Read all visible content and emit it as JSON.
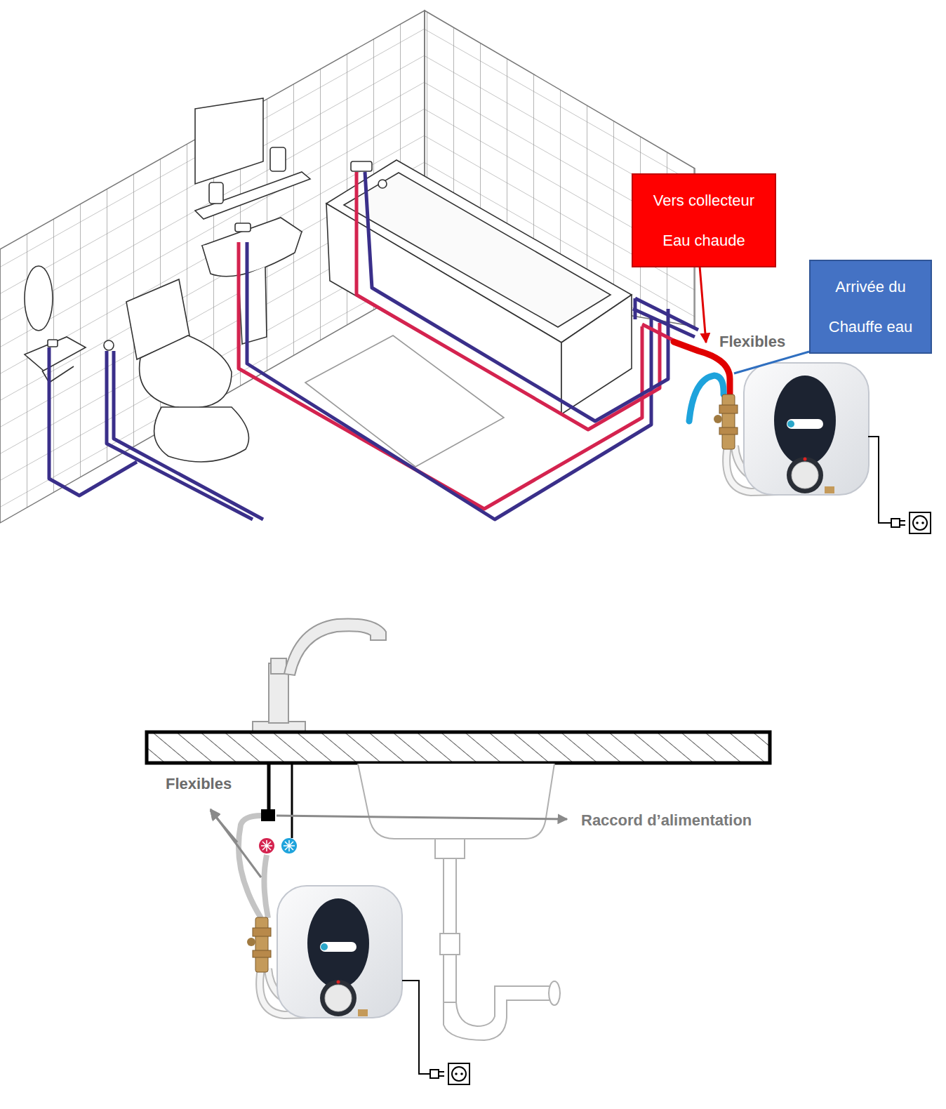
{
  "diagram": {
    "nodes": [
      {
        "text": [
          "Vers collecteur Eau chaude"
        ]
      },
      {
        "text": [
          "Arrivée du Chauffe eau"
        ]
      }
    ],
    "labels": [
      "Flexibles",
      "Flexibles",
      "Raccord d’alimentation"
    ]
  }
}
